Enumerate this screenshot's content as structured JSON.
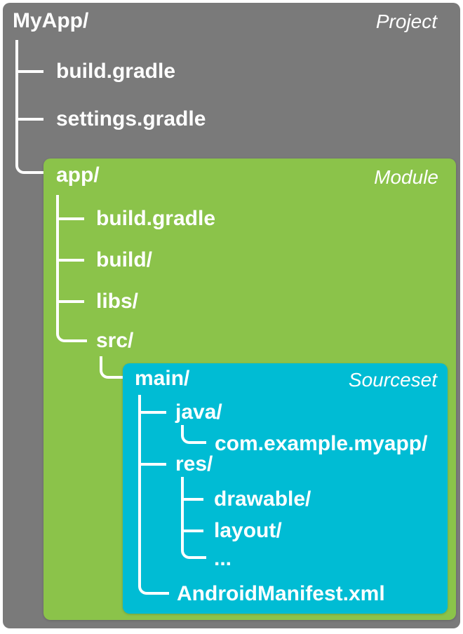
{
  "diagram": {
    "project": {
      "title": "MyApp/",
      "badge": "Project",
      "items": [
        "build.gradle",
        "settings.gradle"
      ]
    },
    "module": {
      "title": "app/",
      "badge": "Module",
      "items": [
        "build.gradle",
        "build/",
        "libs/",
        "src/"
      ]
    },
    "sourceset": {
      "title": "main/",
      "badge": "Sourceset",
      "items": {
        "java": "java/",
        "package": "com.example.myapp/",
        "res": "res/",
        "drawable": "drawable/",
        "layout": "layout/",
        "ellipsis": "...",
        "manifest": "AndroidManifest.xml"
      }
    },
    "colors": {
      "project_bg": "#7a7a7a",
      "module_bg": "#8bc34a",
      "sourceset_bg": "#00bcd4",
      "tree_line": "#ffffff",
      "text": "#ffffff"
    }
  }
}
